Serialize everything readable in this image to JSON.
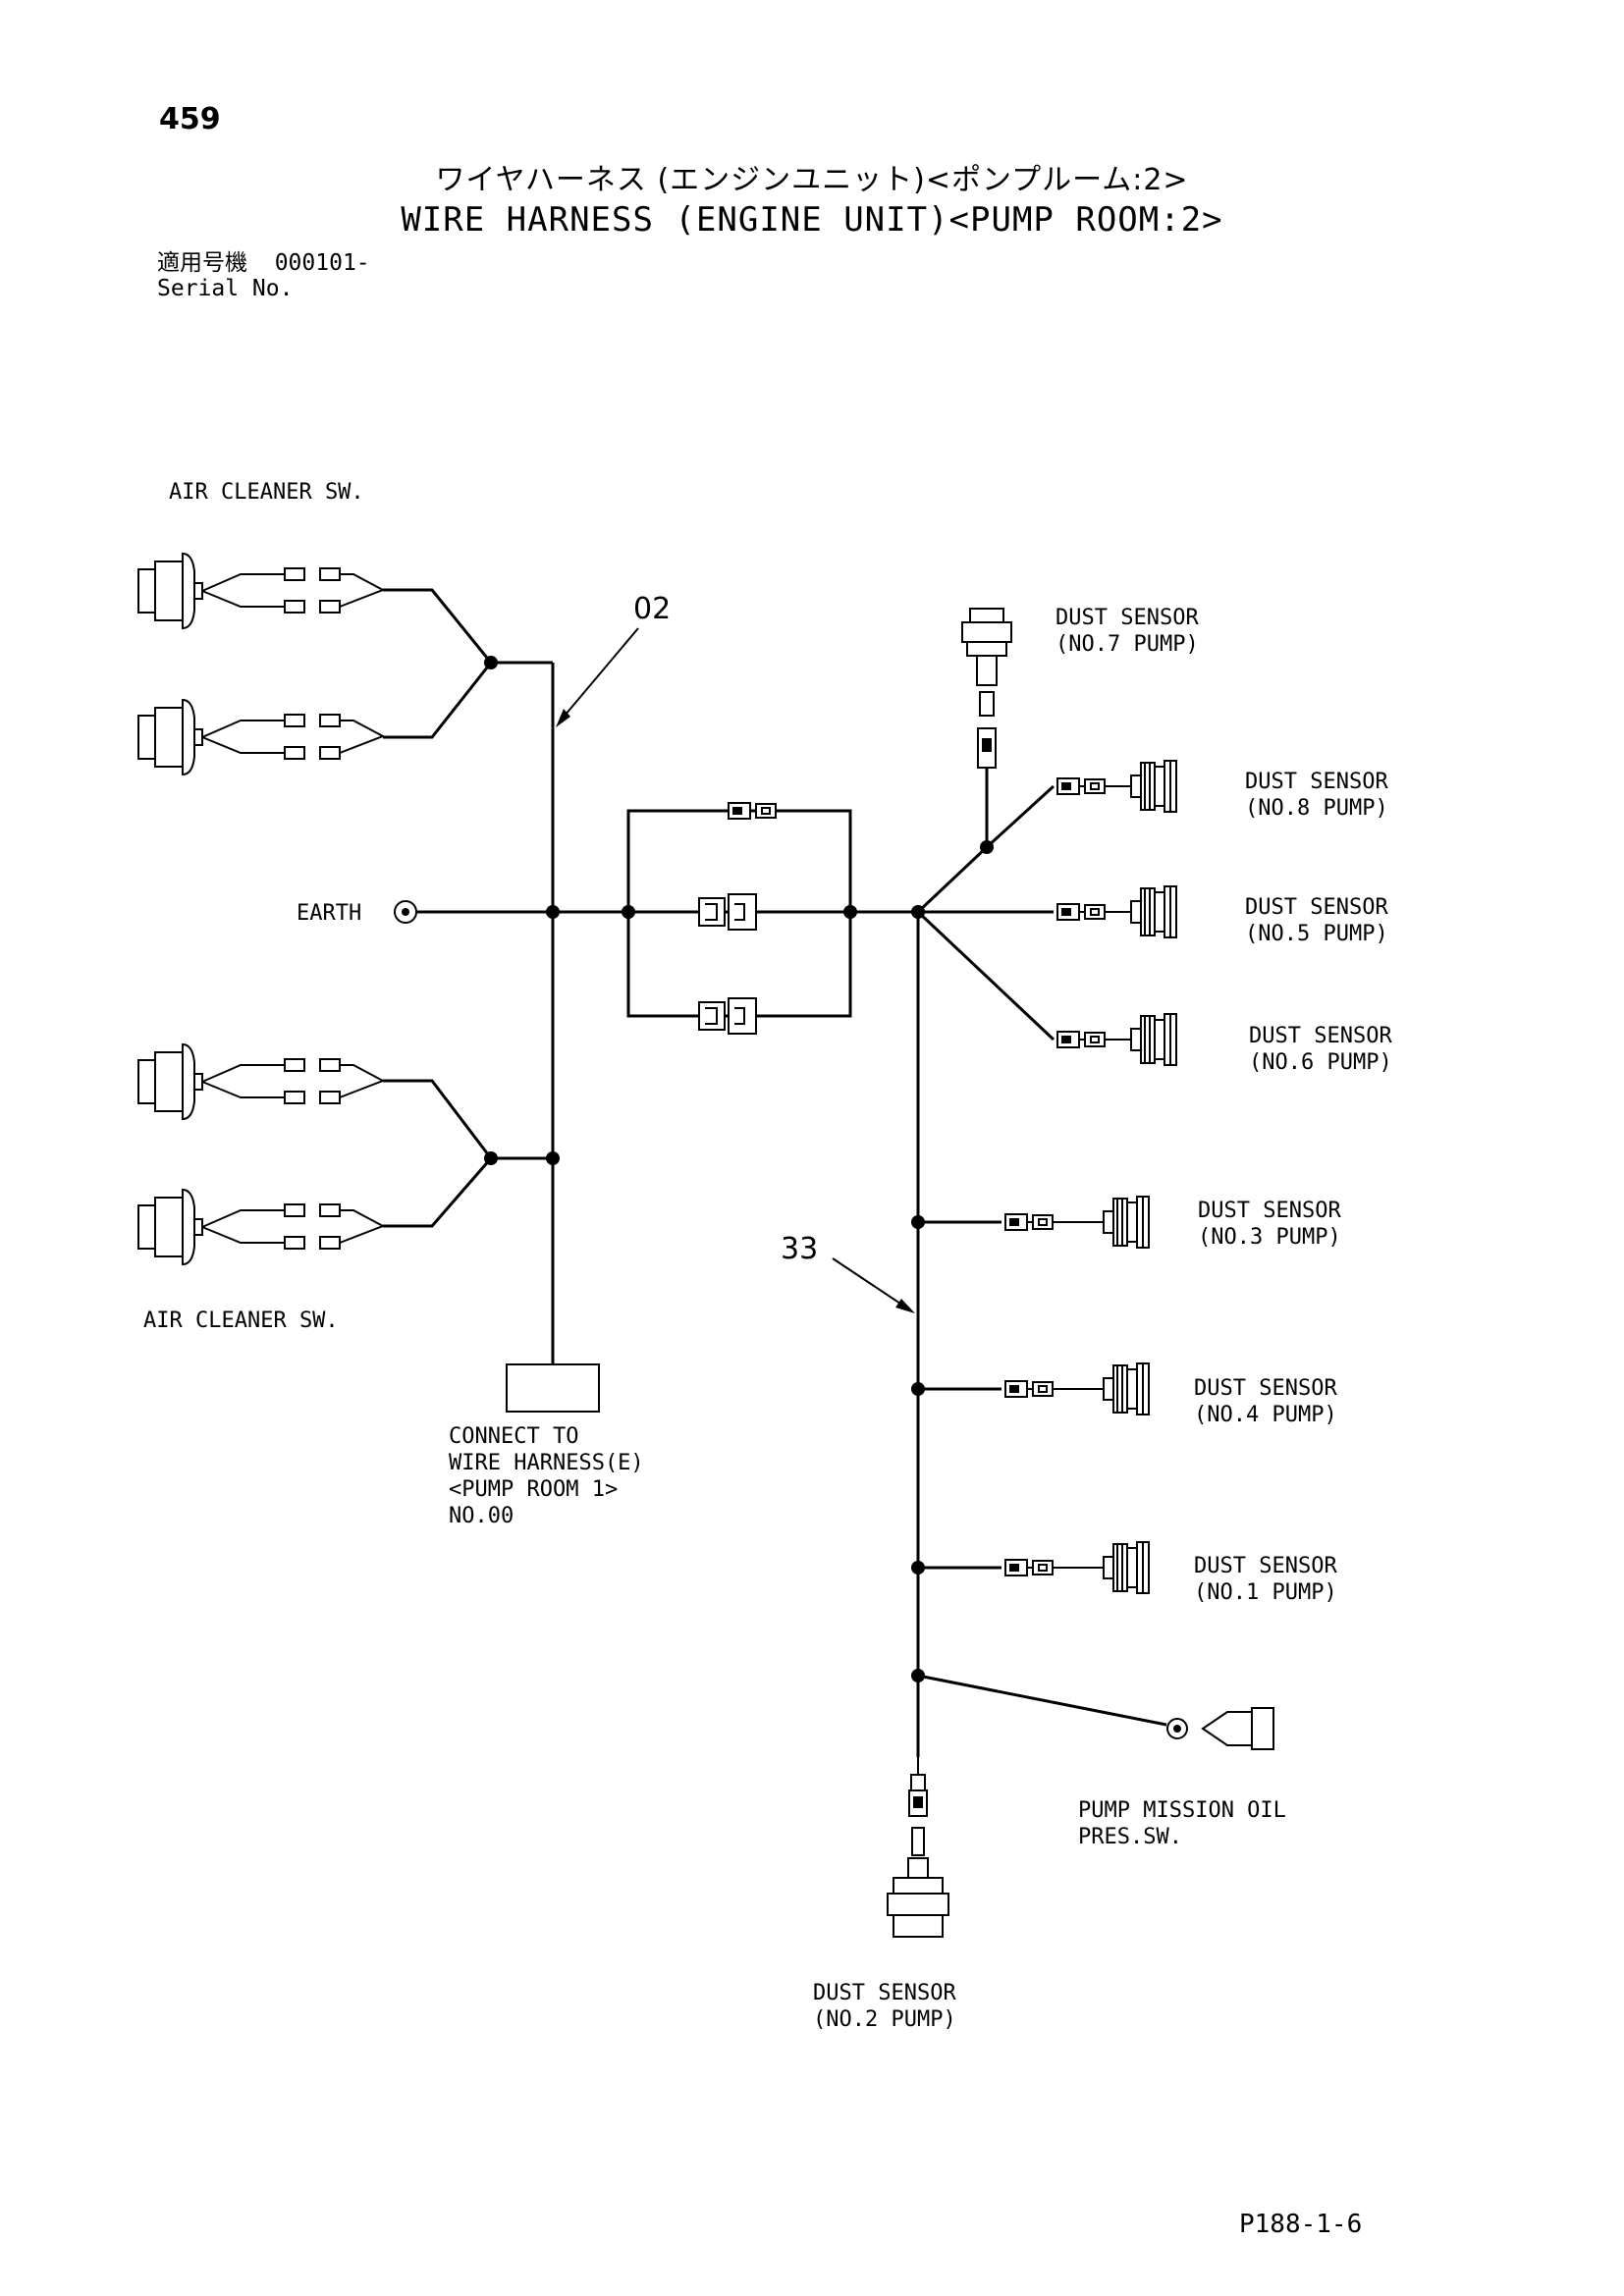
{
  "page_number": "459",
  "title_jp": "ワイヤハーネス (エンジンユニット)<ポンプルーム:2>",
  "title_en": "WIRE HARNESS (ENGINE UNIT)<PUMP ROOM:2>",
  "serial": {
    "jp_label": "適用号機",
    "value": "000101-",
    "en_label": "Serial No."
  },
  "labels": {
    "air_cleaner_top": "AIR CLEANER SW.",
    "air_cleaner_bottom": "AIR CLEANER SW.",
    "earth": "EARTH",
    "callout_harness_e": "02",
    "callout_harness_33": "33",
    "connect_to": [
      "CONNECT TO",
      "WIRE HARNESS(E)",
      "<PUMP ROOM 1>",
      "NO.00"
    ],
    "dust_sensor": "DUST SENSOR",
    "pump_mission": [
      "PUMP MISSION OIL",
      "PRES.SW."
    ]
  },
  "sensors": {
    "no7": "(NO.7 PUMP)",
    "no8": "(NO.8 PUMP)",
    "no5": "(NO.5 PUMP)",
    "no6": "(NO.6 PUMP)",
    "no3": "(NO.3 PUMP)",
    "no4": "(NO.4 PUMP)",
    "no1": "(NO.1 PUMP)",
    "no2": "(NO.2 PUMP)"
  },
  "footer_code": "P188-1-6",
  "colors": {
    "ink": "#000000",
    "paper": "#ffffff"
  }
}
